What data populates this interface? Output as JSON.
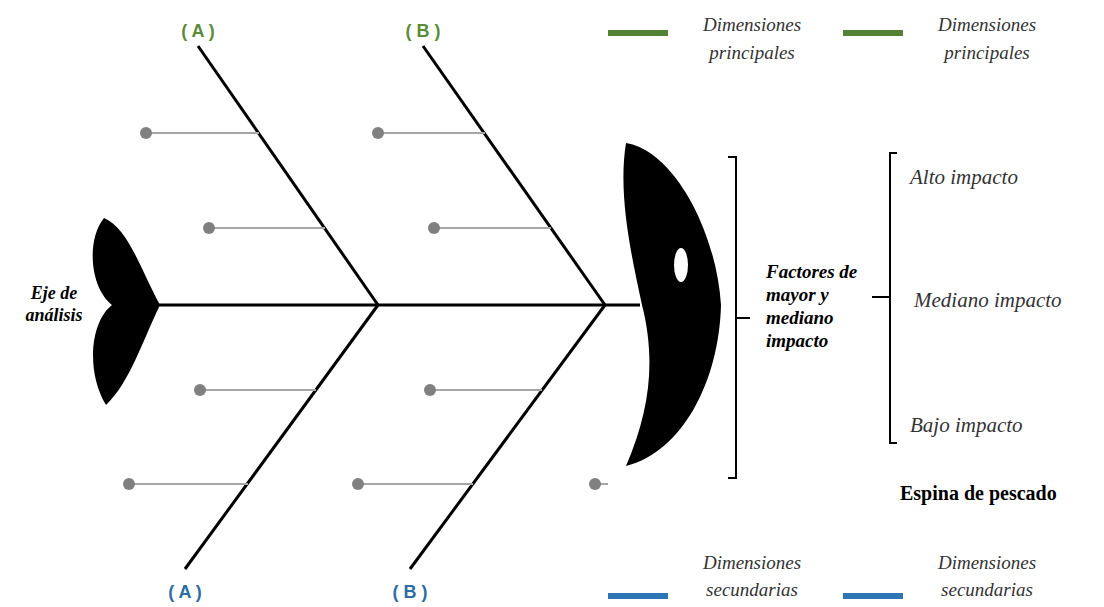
{
  "diagram": {
    "labels": [
      "( A )",
      "( B )",
      "Eje de análisis",
      "Factores de mayor y mediano impacto",
      "Alto impacto",
      "Mediano impacto",
      "Bajo impacto",
      "Espina de pescado",
      "( A )",
      "( B )"
    ],
    "legend": [
      {
        "text": "Dimensiones principales",
        "color": "#548235"
      },
      {
        "text": "Dimensiones principales",
        "color": "#548235"
      },
      {
        "text": "Dimensiones secundarias",
        "color": "#2e75b6"
      },
      {
        "text": "Dimensiones secundarias",
        "color": "#2e75b6"
      }
    ]
  }
}
